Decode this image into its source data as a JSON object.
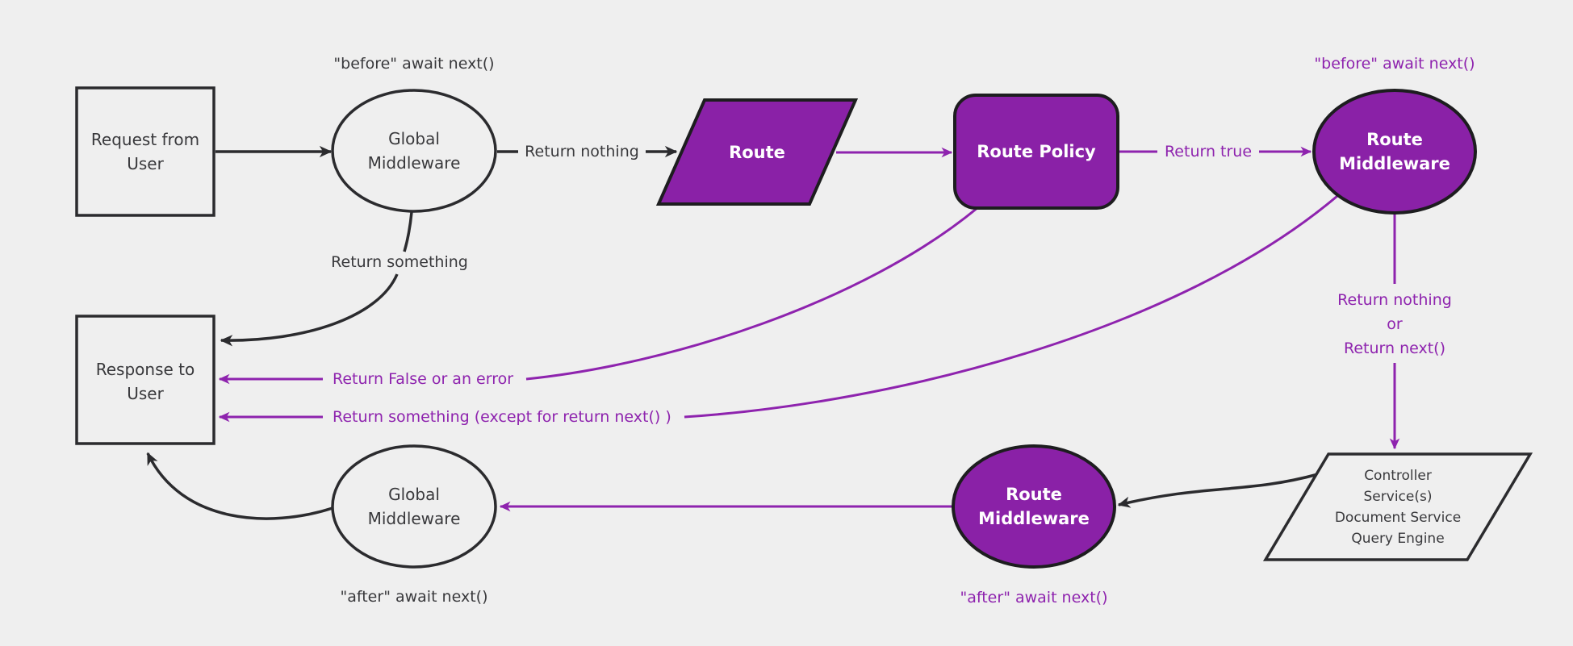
{
  "colors": {
    "background": "#efefef",
    "dark_stroke": "#2b2b2e",
    "dark_text": "#39393c",
    "purple_fill": "#8a21a7",
    "purple_line": "#8e23ae",
    "purple_node_border": "#1d1d1f",
    "white_text": "#ffffff"
  },
  "nodes": {
    "request": {
      "line1": "Request from",
      "line2": "User"
    },
    "global_middleware_top": {
      "line1": "Global",
      "line2": "Middleware"
    },
    "route": {
      "label": "Route"
    },
    "route_policy": {
      "label": "Route Policy"
    },
    "route_middleware_top": {
      "line1": "Route",
      "line2": "Middleware"
    },
    "controller": {
      "line1": "Controller",
      "line2": "Service(s)",
      "line3": "Document Service",
      "line4": "Query Engine"
    },
    "route_middleware_bottom": {
      "line1": "Route",
      "line2": "Middleware"
    },
    "global_middleware_bottom": {
      "line1": "Global",
      "line2": "Middleware"
    },
    "response": {
      "line1": "Response to",
      "line2": "User"
    }
  },
  "labels": {
    "before_await_global": "\"before\" await next()",
    "return_nothing": "Return nothing",
    "return_true": "Return true",
    "before_await_route": "\"before\" await next()",
    "return_nothing_or_line1": "Return nothing",
    "return_nothing_or_line2": "or",
    "return_nothing_or_line3": "Return next()",
    "return_something": "Return something",
    "return_false_or_error": "Return False or an error",
    "return_something_except": "Return something (except for return next() )",
    "after_await_route": "\"after\" await next()",
    "after_await_global": "\"after\" await next()"
  }
}
